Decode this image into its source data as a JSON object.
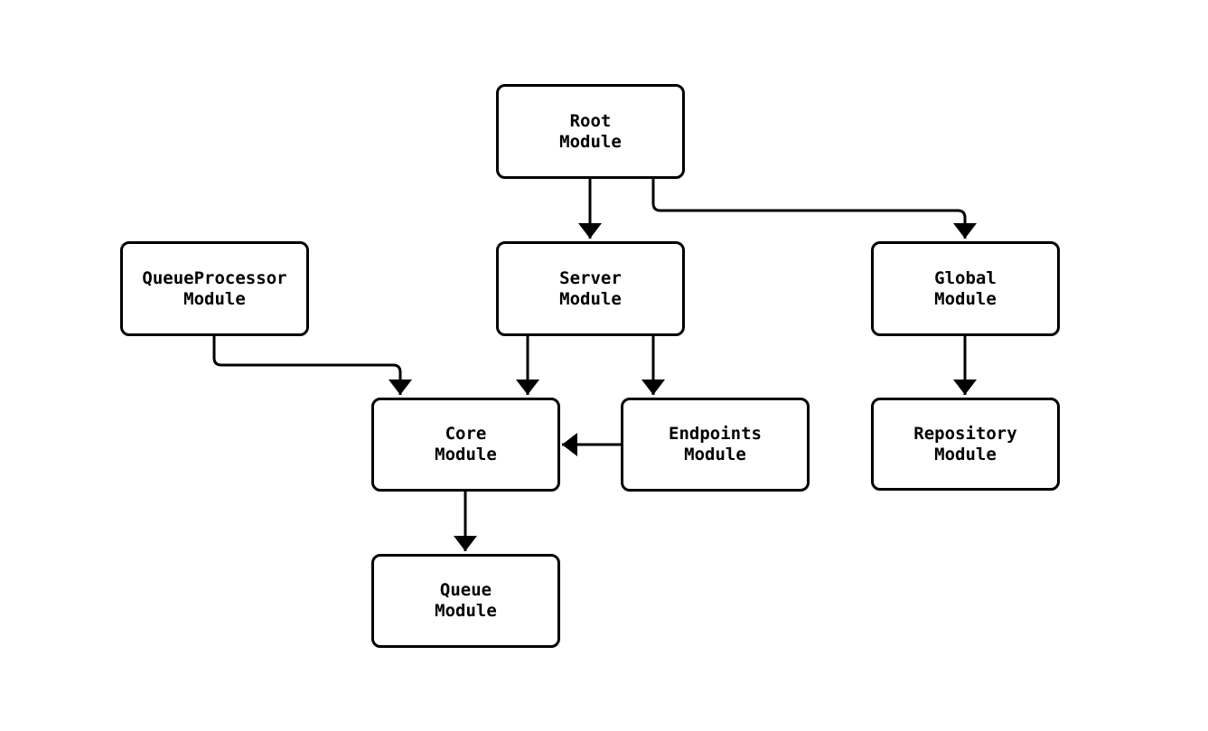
{
  "diagram": {
    "background_color": "#ffffff",
    "node_fill_color": "#ffffff",
    "line_color": "#000000",
    "text_color": "#000000",
    "nodes": {
      "root": {
        "label": "Root\nModule"
      },
      "queueprocessor": {
        "label": "QueueProcessor\nModule"
      },
      "server": {
        "label": "Server\nModule"
      },
      "global": {
        "label": "Global\nModule"
      },
      "core": {
        "label": "Core\nModule"
      },
      "endpoints": {
        "label": "Endpoints\nModule"
      },
      "repository": {
        "label": "Repository\nModule"
      },
      "queue": {
        "label": "Queue\nModule"
      }
    },
    "edges": [
      {
        "from": "Root Module",
        "to": "Server Module"
      },
      {
        "from": "Root Module",
        "to": "Global Module"
      },
      {
        "from": "QueueProcessor Module",
        "to": "Core Module"
      },
      {
        "from": "Server Module",
        "to": "Core Module"
      },
      {
        "from": "Server Module",
        "to": "Endpoints Module"
      },
      {
        "from": "Endpoints Module",
        "to": "Core Module"
      },
      {
        "from": "Global Module",
        "to": "Repository Module"
      },
      {
        "from": "Core Module",
        "to": "Queue Module"
      }
    ]
  }
}
